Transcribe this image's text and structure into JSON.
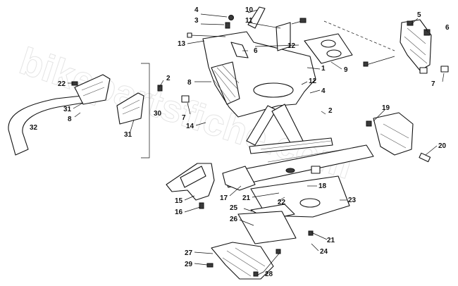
{
  "watermark": "bikepartsfiche.com",
  "callouts": [
    {
      "id": "c4a",
      "text": "4"
    },
    {
      "id": "c3",
      "text": "3"
    },
    {
      "id": "c10",
      "text": "10"
    },
    {
      "id": "c11",
      "text": "11"
    },
    {
      "id": "c13",
      "text": "13"
    },
    {
      "id": "c6a",
      "text": "6"
    },
    {
      "id": "c12a",
      "text": "12"
    },
    {
      "id": "c5",
      "text": "5"
    },
    {
      "id": "c6b",
      "text": "6"
    },
    {
      "id": "c7a",
      "text": "7"
    },
    {
      "id": "c9",
      "text": "9"
    },
    {
      "id": "c1",
      "text": "1"
    },
    {
      "id": "c12b",
      "text": "12"
    },
    {
      "id": "c4b",
      "text": "4"
    },
    {
      "id": "c22a",
      "text": "22"
    },
    {
      "id": "c2a",
      "text": "2"
    },
    {
      "id": "c8a",
      "text": "8"
    },
    {
      "id": "c31a",
      "text": "31"
    },
    {
      "id": "c8b",
      "text": "8"
    },
    {
      "id": "c30",
      "text": "30"
    },
    {
      "id": "c7b",
      "text": "7"
    },
    {
      "id": "c31b",
      "text": "31"
    },
    {
      "id": "c32",
      "text": "32"
    },
    {
      "id": "c14",
      "text": "14"
    },
    {
      "id": "c2b",
      "text": "2"
    },
    {
      "id": "c19",
      "text": "19"
    },
    {
      "id": "c20",
      "text": "20"
    },
    {
      "id": "c18",
      "text": "18"
    },
    {
      "id": "c23",
      "text": "23"
    },
    {
      "id": "c17",
      "text": "17"
    },
    {
      "id": "c21a",
      "text": "21"
    },
    {
      "id": "c22b",
      "text": "22"
    },
    {
      "id": "c25",
      "text": "25"
    },
    {
      "id": "c15",
      "text": "15"
    },
    {
      "id": "c16",
      "text": "16"
    },
    {
      "id": "c26",
      "text": "26"
    },
    {
      "id": "c21b",
      "text": "21"
    },
    {
      "id": "c24",
      "text": "24"
    },
    {
      "id": "c27",
      "text": "27"
    },
    {
      "id": "c29",
      "text": "29"
    },
    {
      "id": "c28",
      "text": "28"
    }
  ]
}
